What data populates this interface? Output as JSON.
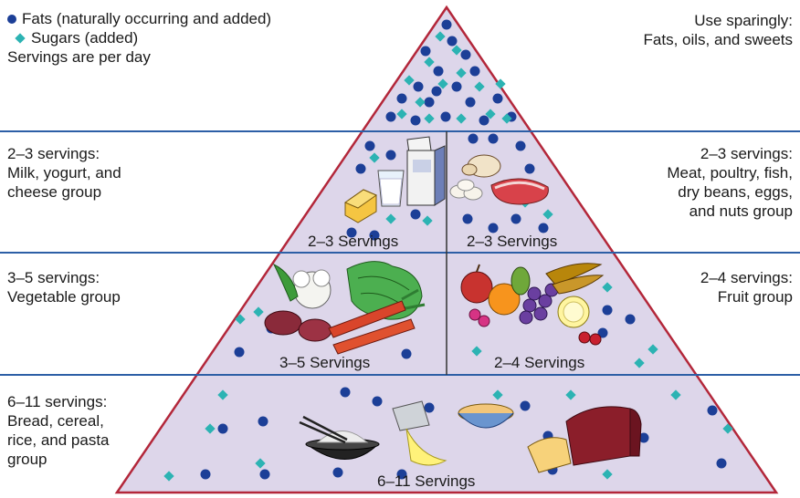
{
  "legend": {
    "fats": "Fats (naturally occurring and added)",
    "sugars": "Sugars (added)",
    "note": "Servings are per day"
  },
  "tiers": {
    "top": {
      "side_lines": [
        "Use sparingly:",
        "Fats, oils, and sweets"
      ]
    },
    "milk": {
      "side_lines": [
        "2–3 servings:",
        "Milk, yogurt, and",
        "cheese group"
      ],
      "servings": "2–3 Servings"
    },
    "meat": {
      "side_lines": [
        "2–3 servings:",
        "Meat, poultry, fish,",
        "dry beans, eggs,",
        "and nuts group"
      ],
      "servings": "2–3 Servings"
    },
    "vegetable": {
      "side_lines": [
        "3–5 servings:",
        "Vegetable group"
      ],
      "servings": "3–5 Servings"
    },
    "fruit": {
      "side_lines": [
        "2–4 servings:",
        "Fruit group"
      ],
      "servings": "2–4 Servings"
    },
    "grain": {
      "side_lines": [
        "6–11 servings:",
        "Bread, cereal,",
        "rice, and pasta",
        "group"
      ],
      "servings": "6–11 Servings"
    }
  },
  "colors": {
    "pyramid_fill": "#ddd6ea",
    "pyramid_outline": "#b3273a",
    "divider": "#2d5fa6",
    "fat_dot": "#1c3f97",
    "sugar_diamond": "#2cb3b3"
  }
}
